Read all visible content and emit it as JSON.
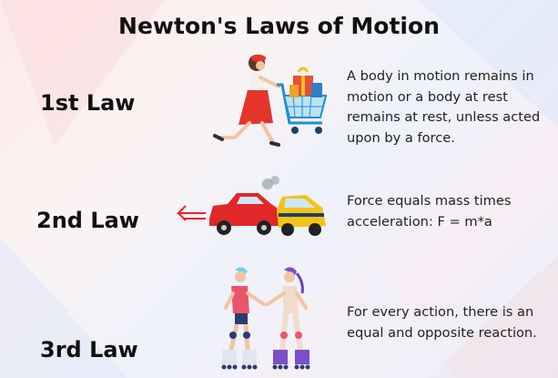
{
  "title": "Newton's Laws of Motion",
  "laws": [
    {
      "name": "1st Law",
      "lines": [
        "A body in motion remains in",
        "motion or a body at rest",
        "remains at rest, unless acted",
        "upon by a force."
      ],
      "illustration": "woman-pushing-shopping-cart"
    },
    {
      "name": "2nd Law",
      "lines": [
        "Force equals mass times",
        "acceleration: F = m*a"
      ],
      "illustration": "car-collision"
    },
    {
      "name": "3rd Law",
      "lines": [
        "For every action, there is an",
        "equal and opposite reaction."
      ],
      "illustration": "two-roller-skaters-pushing-hands"
    }
  ],
  "colors": {
    "title": "#111111",
    "red_car": "#e0282a",
    "yellow_car": "#f3c318",
    "cart_blue": "#1c8fd1",
    "dress_red": "#e5352b"
  }
}
